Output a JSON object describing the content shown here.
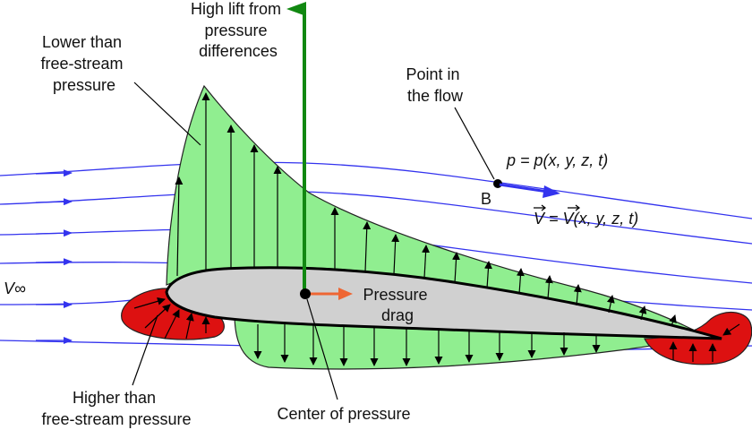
{
  "labels": {
    "lift": [
      "High lift from",
      "pressure",
      "differences"
    ],
    "lower_pressure": [
      "Lower than",
      "free-stream",
      "pressure"
    ],
    "higher_pressure": [
      "Higher than",
      "free-stream pressure"
    ],
    "center_of_pressure": "Center of pressure",
    "pressure_drag": [
      "Pressure",
      "drag"
    ],
    "point_in_flow": [
      "Point in",
      "the flow"
    ],
    "point_name": "B",
    "pressure_equation": "p = p(x, y, z, t)",
    "velocity_equation": "V = V(x, y, z, t)",
    "freestream_symbol": "V∞"
  },
  "colors": {
    "suction_region": "#90ee90",
    "high_pressure_region": "#dd1111",
    "airfoil": "#d0d0d0",
    "streamline": "#3333ee",
    "lift_arrow": "#118811",
    "drag_arrow": "#ee6633"
  }
}
